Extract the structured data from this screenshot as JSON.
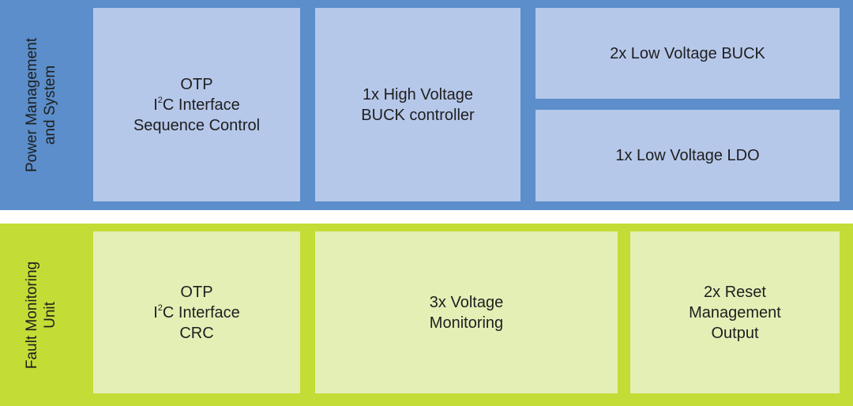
{
  "power_management": {
    "title_line1": "Power Management",
    "title_line2": "and System",
    "otp_block": {
      "line1": "OTP",
      "i2c_prefix": "I",
      "i2c_sup": "2",
      "i2c_suffix": "C Interface",
      "line3": "Sequence Control"
    },
    "hv_buck_block": {
      "line1": "1x High Voltage",
      "line2": "BUCK controller"
    },
    "lv_buck_block": {
      "label": "2x Low Voltage BUCK"
    },
    "ldo_block": {
      "label": "1x Low Voltage LDO"
    }
  },
  "fault_monitoring": {
    "title_line1": "Fault Monitoring",
    "title_line2": "Unit",
    "otp_block": {
      "line1": "OTP",
      "i2c_prefix": "I",
      "i2c_sup": "2",
      "i2c_suffix": "C Interface",
      "line3": "CRC"
    },
    "voltage_block": {
      "line1": "3x Voltage",
      "line2": "Monitoring"
    },
    "reset_block": {
      "line1": "2x Reset",
      "line2": "Management",
      "line3": "Output"
    }
  },
  "colors": {
    "pm_band": "#5b8ecb",
    "pm_box": "#b6c8ea",
    "fm_band": "#c4dc36",
    "fm_box": "#e4efb6"
  }
}
